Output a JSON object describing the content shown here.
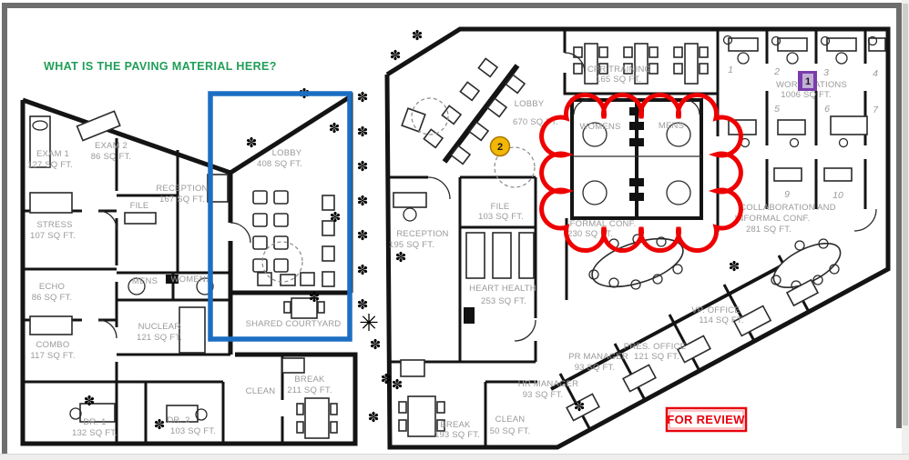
{
  "annotations": {
    "question": {
      "text": "WHAT IS THE PAVING MATERIAL HERE?",
      "color": "#1f9e57"
    },
    "for_review": {
      "text": "FOR REVIEW",
      "color": "#e8020c"
    },
    "highlight_rect": {
      "color": "#1b6ec2"
    },
    "revision_cloud": {
      "color": "#ee0000"
    },
    "marker_1": {
      "label": "1",
      "fill": "#7a3caa",
      "border": "#4d2580"
    },
    "marker_2": {
      "label": "2",
      "fill": "#f2b705",
      "border": "#a87500"
    }
  },
  "plan": {
    "rooms": {
      "exam1": {
        "name": "EXAM 1",
        "area": "127 SQ FT."
      },
      "exam2": {
        "name": "EXAM 2",
        "area": "86 SQ FT."
      },
      "reception_west": {
        "name": "RECEPTION",
        "area": "167 SQ FT."
      },
      "file_west": {
        "name": "FILE"
      },
      "stress": {
        "name": "STRESS",
        "area": "107 SQ FT."
      },
      "echo": {
        "name": "ECHO",
        "area": "86 SQ FT."
      },
      "mens_west": {
        "name": "MENS"
      },
      "womens_west": {
        "name": "WOMENS"
      },
      "nuclear": {
        "name": "NUCLEAR",
        "area": "121 SQ FT."
      },
      "combo": {
        "name": "COMBO",
        "area": "117 SQ FT."
      },
      "dr1": {
        "name": "DR. 1",
        "area": "132 SQ FT."
      },
      "dr2": {
        "name": "DR. 2",
        "area": "103 SQ FT."
      },
      "lobby_west": {
        "name": "LOBBY",
        "area": "408 SQ FT."
      },
      "shared_courtyard": {
        "name": "SHARED COURTYARD"
      },
      "clean_west": {
        "name": "CLEAN"
      },
      "break_west": {
        "name": "BREAK",
        "area": "211 SQ FT."
      },
      "lobby_center": {
        "name": "LOBBY",
        "area": "670 SQ FT."
      },
      "cpr_training": {
        "name": "CPR TRAINING",
        "area": "165 SQ FT."
      },
      "womens_center": {
        "name": "WOMENS"
      },
      "mens_center": {
        "name": "MENS"
      },
      "formal_conf": {
        "name": "FORMAL CONF.",
        "area": "230 SQ FT."
      },
      "reception_center": {
        "name": "RECEPTION",
        "area": "195 SQ FT."
      },
      "file_center": {
        "name": "FILE",
        "area": "103 SQ FT."
      },
      "heart_health": {
        "name": "HEART HEALTH",
        "area": "253 SQ FT."
      },
      "break_center": {
        "name": "BREAK",
        "area": "193 SQ FT."
      },
      "clean_center": {
        "name": "CLEAN",
        "area": "50 SQ FT."
      },
      "hr_manager": {
        "name": "HR MANAGER",
        "area": "93 SQ FT."
      },
      "pr_manager": {
        "name": "PR MANAGER",
        "area": "93 SQ FT."
      },
      "pres_office": {
        "name": "PRES. OFFICE",
        "area": "121 SQ FT."
      },
      "vp_office": {
        "name": "VP. OFFICE",
        "area": "114 SQ FT."
      },
      "workstations": {
        "name": "WORKSTATIONS",
        "area": "1006 SQ FT."
      },
      "collab": {
        "line1": "COLLABORATION AND",
        "line2": "INFORMAL CONF.",
        "area": "281 SQ FT."
      }
    },
    "workstation_numbers": [
      "1",
      "2",
      "3",
      "4",
      "5",
      "6",
      "7",
      "9",
      "10"
    ]
  }
}
